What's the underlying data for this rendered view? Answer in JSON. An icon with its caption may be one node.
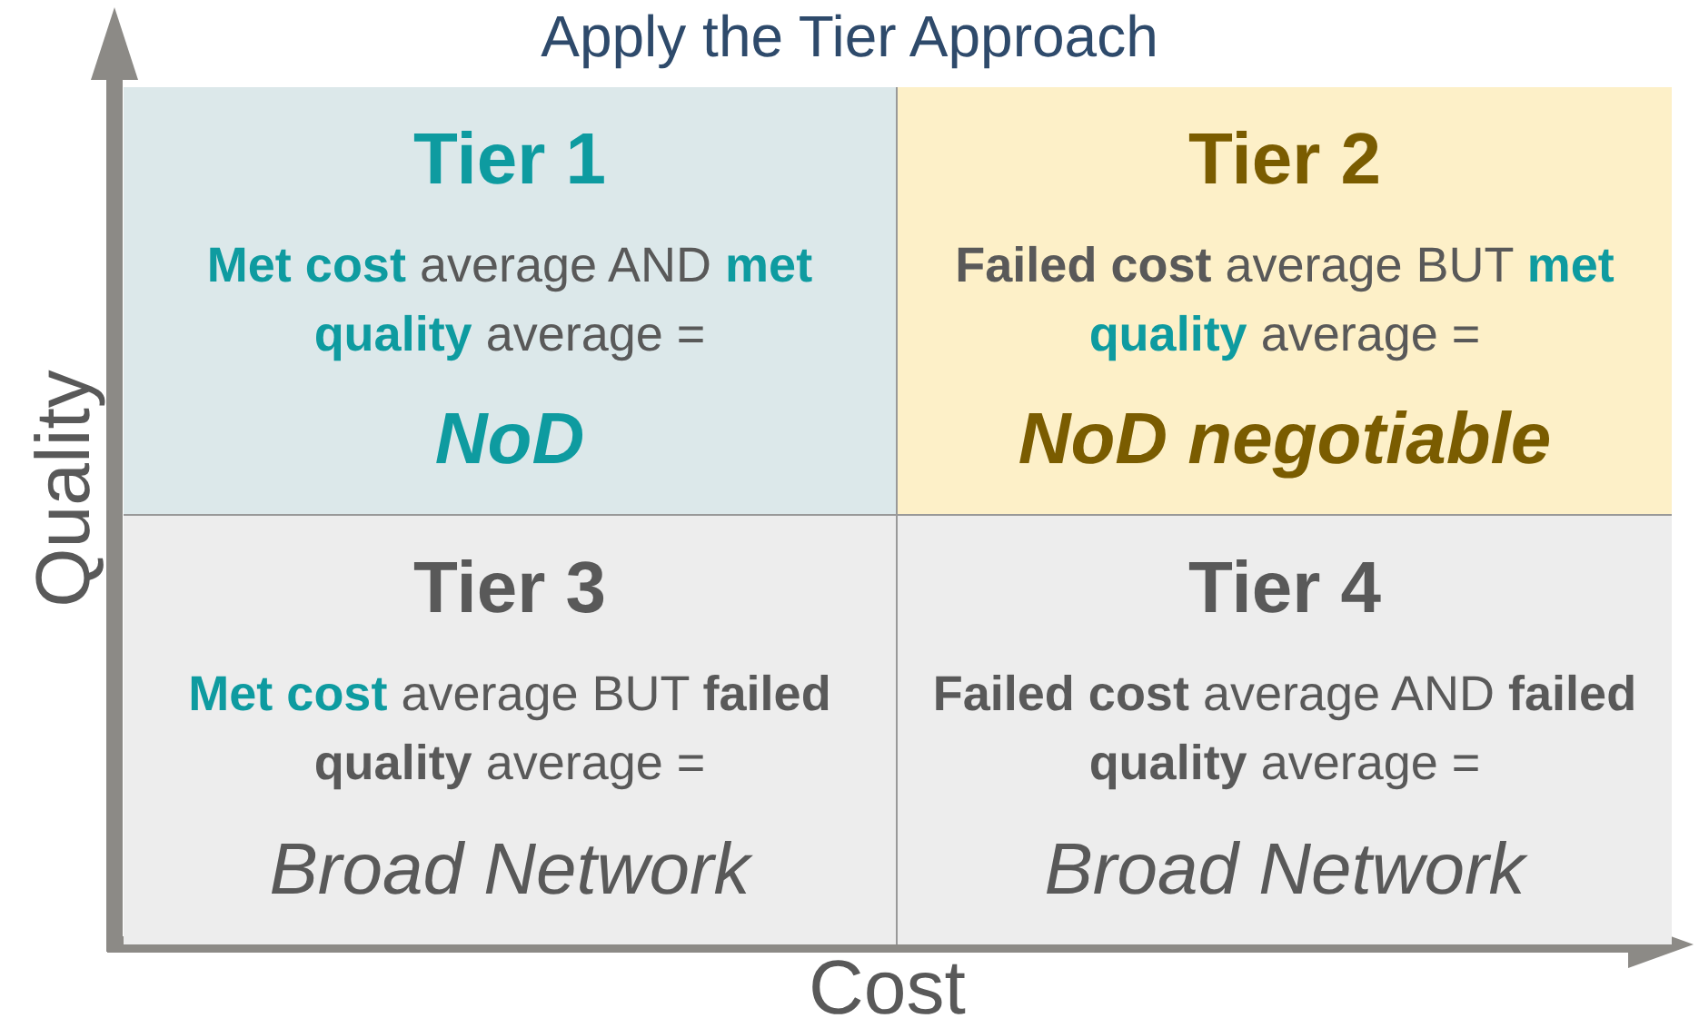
{
  "diagram": {
    "title": "Apply the Tier Approach",
    "nodes": [
      {
        "text": [
          "Tier 1",
          "**Met cost** average AND **met quality** average =",
          "NoD"
        ]
      },
      {
        "text": [
          "Tier 2",
          "**Failed cost** average BUT **met quality** average =",
          "NoD negotiable"
        ]
      },
      {
        "text": [
          "Tier 3",
          "**Met cost** average BUT **failed quality** average =",
          "Broad Network"
        ]
      },
      {
        "text": [
          "Tier 4",
          "**Failed cost** average AND **failed quality** average =",
          "Broad Network"
        ]
      }
    ],
    "labels": [
      "Quality",
      "Cost"
    ]
  }
}
